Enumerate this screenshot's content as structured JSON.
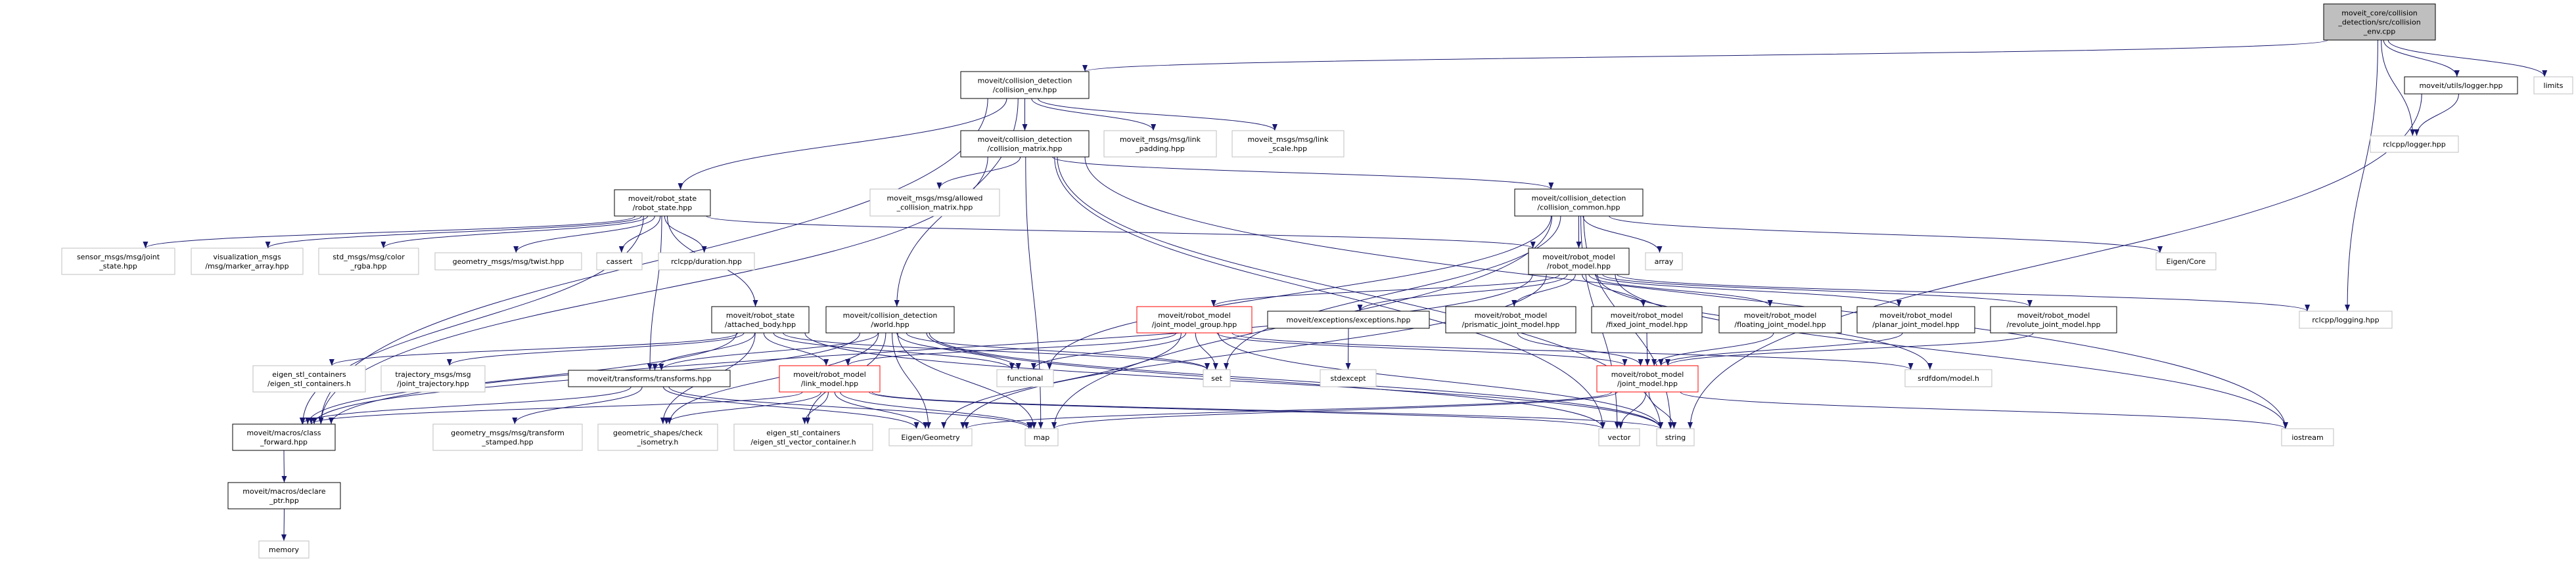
{
  "colors": {
    "edge": "#191970",
    "root_fill": "#bfbfbf",
    "documented_border": "#000000",
    "external_border": "#bfbfbf",
    "truncated_border": "#ff0000"
  },
  "nodes": [
    {
      "id": "cpp",
      "kind": "root",
      "lines": [
        "moveit_core/collision",
        "_detection/src/collision",
        "_env.cpp"
      ]
    },
    {
      "id": "collision_env",
      "kind": "documented",
      "lines": [
        "moveit/collision_detection",
        "/collision_env.hpp"
      ]
    },
    {
      "id": "collision_matrix",
      "kind": "documented",
      "lines": [
        "moveit/collision_detection",
        "/collision_matrix.hpp"
      ]
    },
    {
      "id": "link_padding",
      "kind": "external",
      "lines": [
        "moveit_msgs/msg/link",
        "_padding.hpp"
      ]
    },
    {
      "id": "link_scale",
      "kind": "external",
      "lines": [
        "moveit_msgs/msg/link",
        "_scale.hpp"
      ]
    },
    {
      "id": "utils_logger",
      "kind": "documented",
      "lines": [
        "moveit/utils/logger.hpp"
      ]
    },
    {
      "id": "limits",
      "kind": "external",
      "lines": [
        "limits"
      ]
    },
    {
      "id": "rclcpp_logger",
      "kind": "external",
      "lines": [
        "rclcpp/logger.hpp"
      ]
    },
    {
      "id": "robot_state",
      "kind": "documented",
      "lines": [
        "moveit/robot_state",
        "/robot_state.hpp"
      ]
    },
    {
      "id": "allowed_cm",
      "kind": "external",
      "lines": [
        "moveit_msgs/msg/allowed",
        "_collision_matrix.hpp"
      ]
    },
    {
      "id": "collision_common",
      "kind": "documented",
      "lines": [
        "moveit/collision_detection",
        "/collision_common.hpp"
      ]
    },
    {
      "id": "joint_state",
      "kind": "external",
      "lines": [
        "sensor_msgs/msg/joint",
        "_state.hpp"
      ]
    },
    {
      "id": "marker_array",
      "kind": "external",
      "lines": [
        "visualization_msgs",
        "/msg/marker_array.hpp"
      ]
    },
    {
      "id": "color_rgba",
      "kind": "external",
      "lines": [
        "std_msgs/msg/color",
        "_rgba.hpp"
      ]
    },
    {
      "id": "twist",
      "kind": "external",
      "lines": [
        "geometry_msgs/msg/twist.hpp"
      ]
    },
    {
      "id": "cassert",
      "kind": "external",
      "lines": [
        "cassert"
      ]
    },
    {
      "id": "duration",
      "kind": "external",
      "lines": [
        "rclcpp/duration.hpp"
      ]
    },
    {
      "id": "robot_model",
      "kind": "documented",
      "lines": [
        "moveit/robot_model",
        "/robot_model.hpp"
      ]
    },
    {
      "id": "array",
      "kind": "external",
      "lines": [
        "array"
      ]
    },
    {
      "id": "eigen_core",
      "kind": "external",
      "lines": [
        "Eigen/Core"
      ]
    },
    {
      "id": "attached_body",
      "kind": "documented",
      "lines": [
        "moveit/robot_state",
        "/attached_body.hpp"
      ]
    },
    {
      "id": "world",
      "kind": "documented",
      "lines": [
        "moveit/collision_detection",
        "/world.hpp"
      ]
    },
    {
      "id": "jmg",
      "kind": "truncated",
      "lines": [
        "moveit/robot_model",
        "/joint_model_group.hpp"
      ]
    },
    {
      "id": "exceptions",
      "kind": "documented",
      "lines": [
        "moveit/exceptions/exceptions.hpp"
      ]
    },
    {
      "id": "prismatic",
      "kind": "documented",
      "lines": [
        "moveit/robot_model",
        "/prismatic_joint_model.hpp"
      ]
    },
    {
      "id": "fixed",
      "kind": "documented",
      "lines": [
        "moveit/robot_model",
        "/fixed_joint_model.hpp"
      ]
    },
    {
      "id": "floating",
      "kind": "documented",
      "lines": [
        "moveit/robot_model",
        "/floating_joint_model.hpp"
      ]
    },
    {
      "id": "planar",
      "kind": "documented",
      "lines": [
        "moveit/robot_model",
        "/planar_joint_model.hpp"
      ]
    },
    {
      "id": "revolute",
      "kind": "documented",
      "lines": [
        "moveit/robot_model",
        "/revolute_joint_model.hpp"
      ]
    },
    {
      "id": "logging",
      "kind": "external",
      "lines": [
        "rclcpp/logging.hpp"
      ]
    },
    {
      "id": "eigen_stl_containers",
      "kind": "external",
      "lines": [
        "eigen_stl_containers",
        "/eigen_stl_containers.h"
      ]
    },
    {
      "id": "joint_trajectory",
      "kind": "external",
      "lines": [
        "trajectory_msgs/msg",
        "/joint_trajectory.hpp"
      ]
    },
    {
      "id": "transforms",
      "kind": "documented",
      "lines": [
        "moveit/transforms/transforms.hpp"
      ]
    },
    {
      "id": "link_model",
      "kind": "truncated",
      "lines": [
        "moveit/robot_model",
        "/link_model.hpp"
      ]
    },
    {
      "id": "functional",
      "kind": "external",
      "lines": [
        "functional"
      ]
    },
    {
      "id": "set",
      "kind": "external",
      "lines": [
        "set"
      ]
    },
    {
      "id": "stdexcept",
      "kind": "external",
      "lines": [
        "stdexcept"
      ]
    },
    {
      "id": "joint_model",
      "kind": "truncated",
      "lines": [
        "moveit/robot_model",
        "/joint_model.hpp"
      ]
    },
    {
      "id": "srdfdom",
      "kind": "external",
      "lines": [
        "srdfdom/model.h"
      ]
    },
    {
      "id": "class_forward",
      "kind": "documented",
      "lines": [
        "moveit/macros/class",
        "_forward.hpp"
      ]
    },
    {
      "id": "transform_stamped",
      "kind": "external",
      "lines": [
        "geometry_msgs/msg/transform",
        "_stamped.hpp"
      ]
    },
    {
      "id": "check_isometry",
      "kind": "external",
      "lines": [
        "geometric_shapes/check",
        "_isometry.h"
      ]
    },
    {
      "id": "eigen_stl_vector",
      "kind": "external",
      "lines": [
        "eigen_stl_containers",
        "/eigen_stl_vector_container.h"
      ]
    },
    {
      "id": "eigen_geometry",
      "kind": "external",
      "lines": [
        "Eigen/Geometry"
      ]
    },
    {
      "id": "map",
      "kind": "external",
      "lines": [
        "map"
      ]
    },
    {
      "id": "vector",
      "kind": "external",
      "lines": [
        "vector"
      ]
    },
    {
      "id": "string",
      "kind": "external",
      "lines": [
        "string"
      ]
    },
    {
      "id": "iostream",
      "kind": "external",
      "lines": [
        "iostream"
      ]
    },
    {
      "id": "declare_ptr",
      "kind": "documented",
      "lines": [
        "moveit/macros/declare",
        "_ptr.hpp"
      ]
    },
    {
      "id": "memory",
      "kind": "external",
      "lines": [
        "memory"
      ]
    }
  ],
  "edges": [
    [
      "cpp",
      "collision_env"
    ],
    [
      "cpp",
      "utils_logger"
    ],
    [
      "cpp",
      "limits"
    ],
    [
      "cpp",
      "rclcpp_logger"
    ],
    [
      "cpp",
      "logging"
    ],
    [
      "utils_logger",
      "rclcpp_logger"
    ],
    [
      "utils_logger",
      "string"
    ],
    [
      "collision_env",
      "collision_matrix"
    ],
    [
      "collision_env",
      "link_padding"
    ],
    [
      "collision_env",
      "link_scale"
    ],
    [
      "collision_env",
      "robot_state"
    ],
    [
      "collision_env",
      "world"
    ],
    [
      "collision_env",
      "class_forward"
    ],
    [
      "collision_matrix",
      "allowed_cm"
    ],
    [
      "collision_matrix",
      "collision_common"
    ],
    [
      "collision_matrix",
      "class_forward"
    ],
    [
      "collision_matrix",
      "map"
    ],
    [
      "collision_matrix",
      "string"
    ],
    [
      "collision_matrix",
      "vector"
    ],
    [
      "collision_matrix",
      "iostream"
    ],
    [
      "robot_state",
      "joint_state"
    ],
    [
      "robot_state",
      "marker_array"
    ],
    [
      "robot_state",
      "color_rgba"
    ],
    [
      "robot_state",
      "twist"
    ],
    [
      "robot_state",
      "cassert"
    ],
    [
      "robot_state",
      "duration"
    ],
    [
      "robot_state",
      "attached_body"
    ],
    [
      "robot_state",
      "transforms"
    ],
    [
      "robot_state",
      "robot_model"
    ],
    [
      "robot_state",
      "class_forward"
    ],
    [
      "collision_common",
      "robot_model"
    ],
    [
      "collision_common",
      "array"
    ],
    [
      "collision_common",
      "eigen_core"
    ],
    [
      "collision_common",
      "functional"
    ],
    [
      "collision_common",
      "map"
    ],
    [
      "collision_common",
      "set"
    ],
    [
      "collision_common",
      "string"
    ],
    [
      "collision_common",
      "vector"
    ],
    [
      "robot_model",
      "jmg"
    ],
    [
      "robot_model",
      "exceptions"
    ],
    [
      "robot_model",
      "prismatic"
    ],
    [
      "robot_model",
      "fixed"
    ],
    [
      "robot_model",
      "floating"
    ],
    [
      "robot_model",
      "planar"
    ],
    [
      "robot_model",
      "revolute"
    ],
    [
      "robot_model",
      "class_forward"
    ],
    [
      "robot_model",
      "srdfdom"
    ],
    [
      "robot_model",
      "logging"
    ],
    [
      "robot_model",
      "iostream"
    ],
    [
      "robot_model",
      "eigen_geometry"
    ],
    [
      "attached_body",
      "eigen_stl_containers"
    ],
    [
      "attached_body",
      "joint_trajectory"
    ],
    [
      "attached_body",
      "transforms"
    ],
    [
      "attached_body",
      "link_model"
    ],
    [
      "attached_body",
      "class_forward"
    ],
    [
      "attached_body",
      "check_isometry"
    ],
    [
      "attached_body",
      "functional"
    ],
    [
      "attached_body",
      "set"
    ],
    [
      "attached_body",
      "string"
    ],
    [
      "world",
      "transforms"
    ],
    [
      "world",
      "class_forward"
    ],
    [
      "world",
      "functional"
    ],
    [
      "world",
      "set"
    ],
    [
      "world",
      "eigen_geometry"
    ],
    [
      "world",
      "map"
    ],
    [
      "world",
      "vector"
    ],
    [
      "world",
      "string"
    ],
    [
      "world",
      "eigen_stl_vector"
    ],
    [
      "world",
      "check_isometry"
    ],
    [
      "transforms",
      "class_forward"
    ],
    [
      "transforms",
      "transform_stamped"
    ],
    [
      "transforms",
      "eigen_geometry"
    ],
    [
      "transforms",
      "map"
    ],
    [
      "link_model",
      "class_forward"
    ],
    [
      "link_model",
      "check_isometry"
    ],
    [
      "link_model",
      "eigen_stl_vector"
    ],
    [
      "link_model",
      "eigen_geometry"
    ],
    [
      "link_model",
      "map"
    ],
    [
      "link_model",
      "vector"
    ],
    [
      "link_model",
      "string"
    ],
    [
      "jmg",
      "link_model"
    ],
    [
      "jmg",
      "functional"
    ],
    [
      "jmg",
      "set"
    ],
    [
      "jmg",
      "string"
    ],
    [
      "jmg",
      "joint_model"
    ],
    [
      "jmg",
      "srdfdom"
    ],
    [
      "jmg",
      "eigen_geometry"
    ],
    [
      "exceptions",
      "stdexcept"
    ],
    [
      "prismatic",
      "joint_model"
    ],
    [
      "fixed",
      "joint_model"
    ],
    [
      "floating",
      "joint_model"
    ],
    [
      "planar",
      "joint_model"
    ],
    [
      "revolute",
      "joint_model"
    ],
    [
      "joint_model",
      "vector"
    ],
    [
      "joint_model",
      "string"
    ],
    [
      "joint_model",
      "map"
    ],
    [
      "joint_model",
      "eigen_geometry"
    ],
    [
      "joint_model",
      "iostream"
    ],
    [
      "class_forward",
      "declare_ptr"
    ],
    [
      "declare_ptr",
      "memory"
    ]
  ]
}
